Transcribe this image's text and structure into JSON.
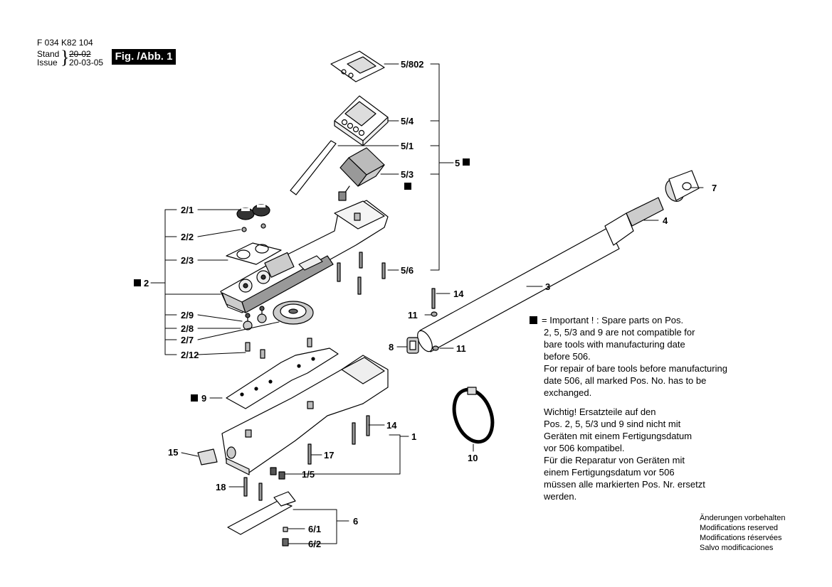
{
  "header": {
    "doc_number": "F 034 K82 104",
    "stand_label": "Stand",
    "issue_label": "Issue",
    "stand_date_struck": "20-02",
    "issue_date": "20-03-05",
    "figure_label": "Fig. /Abb. 1"
  },
  "callouts": {
    "c5_802": "5/802",
    "c5_4": "5/4",
    "c5_1": "5/1",
    "c5_3": "5/3",
    "c5": "5",
    "c5_6": "5/6",
    "c7": "7",
    "c4": "4",
    "c3": "3",
    "c2_1": "2/1",
    "c2_2": "2/2",
    "c2_3": "2/3",
    "c2": "2",
    "c2_9": "2/9",
    "c2_8": "2/8",
    "c2_7": "2/7",
    "c2_12": "2/12",
    "c14a": "14",
    "c11a": "11",
    "c8": "8",
    "c11b": "11",
    "c9": "9",
    "c14b": "14",
    "c1": "1",
    "c15": "15",
    "c17": "17",
    "c1_5": "1/5",
    "c18": "18",
    "c6": "6",
    "c6_1": "6/1",
    "c6_2": "6/2",
    "c10": "10"
  },
  "notes": {
    "english": [
      "= Important ! :  Spare parts on Pos.",
      "2, 5, 5/3 and 9 are not compatible for",
      "bare  tools with manufacturing date",
      "before 506.",
      "For repair of bare tools before manufacturing",
      "date 506, all marked Pos. No. has to be",
      "exchanged."
    ],
    "german": [
      "Wichtig! Ersatzteile auf den",
      "Pos. 2, 5, 5/3 und 9 sind nicht mit",
      "Geräten mit einem Fertigungsdatum",
      "vor 506 kompatibel.",
      "Für die Reparatur von Geräten mit",
      "einem Fertigungsdatum vor 506",
      "müssen alle markierten  Pos. Nr. ersetzt",
      "werden."
    ]
  },
  "footer": {
    "de": "Änderungen vorbehalten",
    "en": "Modifications reserved",
    "fr": "Modifications réservées",
    "es": "Salvo modificaciones"
  }
}
